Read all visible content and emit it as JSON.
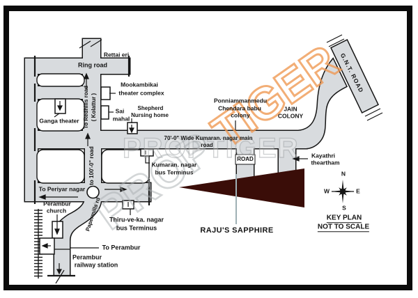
{
  "map": {
    "title": "Location key plan map",
    "labels": {
      "rettai_eri": "Rettai eri",
      "ring_road": "Ring road",
      "redhills_line1": "To Redhills road",
      "redhills_line2": "( Kolattur )",
      "ganga_theater": "Ganga theater",
      "mookambikai_line1": "Mookambikai",
      "mookambikai_line2": "theater complex",
      "sai_line1": "Sai",
      "sai_line2": "mahal",
      "shepherd_line1": "Shepherd",
      "shepherd_line2": "Nursing home",
      "main_road_line1": "70'-0\" Wide Kumaran. nagar main",
      "main_road_line2": "road",
      "ponni_line1": "Ponniammanmedu",
      "ponni_line2": "Chendara babu",
      "ponni_line3": "colony",
      "jain_line1": "JAIN",
      "jain_line2": "COLONY",
      "gnt_road": "G.N.T. ROAD",
      "kumaran_bus_line1": "Kumaran. nagar",
      "kumaran_bus_line2": "bus Terminus",
      "road_box": "ROAD",
      "kayathri_line1": "Kayathri",
      "kayathri_line2": "theartham",
      "to_100_road": "to 100'-0\" road",
      "to_periyar": "To Periyar nagar",
      "papermills": "Papermills rd",
      "church_line1": "Perambur",
      "church_line2": "church",
      "thiru_line1": "Thiru-ve-ka. nagar",
      "thiru_line2": "bus Terminus",
      "to_perambur": "To Perambur",
      "railway_line1": "Perambur",
      "railway_line2": "railway station",
      "site_name": "RAJU'S SAPPHIRE",
      "key_plan_line1": "KEY PLAN",
      "key_plan_line2": "NOT TO SCALE",
      "compass_n": "N",
      "compass_e": "E",
      "compass_s": "S",
      "compass_w": "W"
    },
    "watermark": {
      "diag_gray": "PROP",
      "diag_orange": "TIGER",
      "horizontal": "PROPTIGER"
    },
    "colors": {
      "road_fill": "#d8dbde",
      "outline": "#161616",
      "site_triangle": "#3a0d08",
      "watermark_orange": "#f09a55",
      "watermark_gray": "#a9aeb1",
      "frame": "#0b0b0b"
    }
  }
}
